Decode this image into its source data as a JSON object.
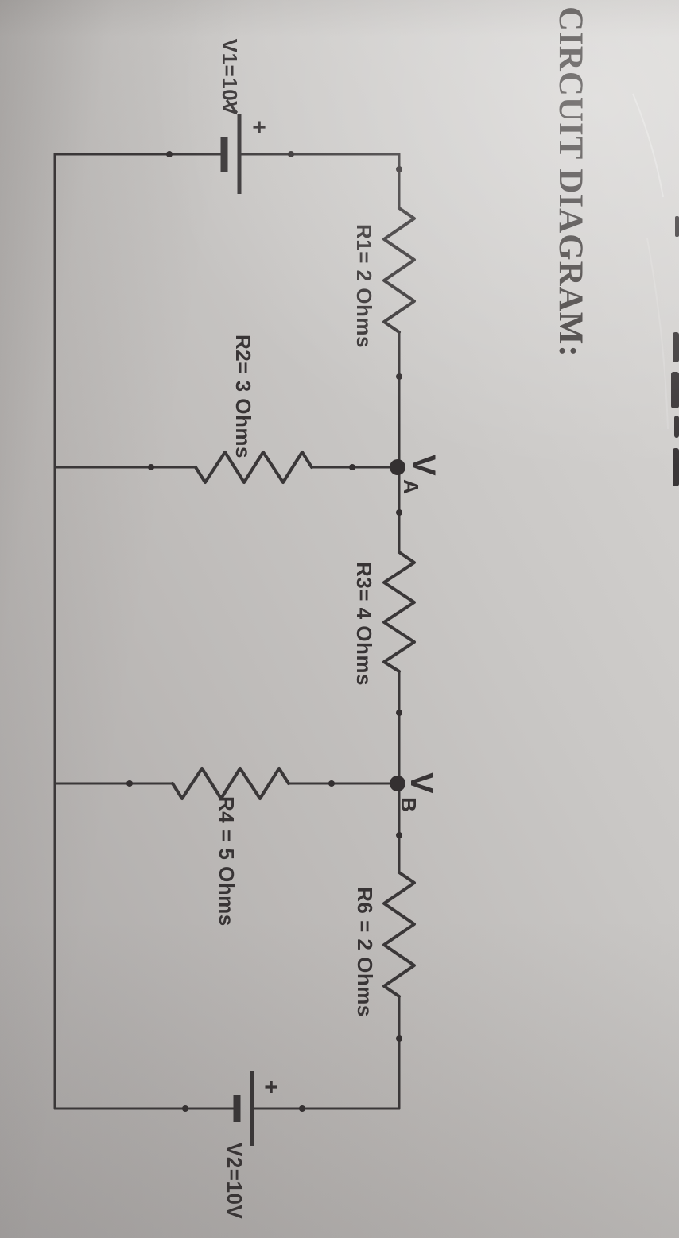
{
  "title": "CIRCUIT DIAGRAM:",
  "nodes": [
    {
      "id": "VA",
      "symbol": "V",
      "subscript": "A"
    },
    {
      "id": "VB",
      "symbol": "V",
      "subscript": "B"
    }
  ],
  "resistors": [
    {
      "id": "R1",
      "label": "R1= 2 Ohms"
    },
    {
      "id": "R2",
      "label": "R2= 3 Ohms"
    },
    {
      "id": "R3",
      "label": "R3= 4 Ohms"
    },
    {
      "id": "R4",
      "label": "R4 = 5 Ohms"
    },
    {
      "id": "R6",
      "label": "R6 = 2 Ohms"
    }
  ],
  "sources": [
    {
      "id": "V1",
      "label": "V1=10V",
      "polarity": "+"
    },
    {
      "id": "V2",
      "label": "V2=10V",
      "polarity": "+"
    }
  ]
}
